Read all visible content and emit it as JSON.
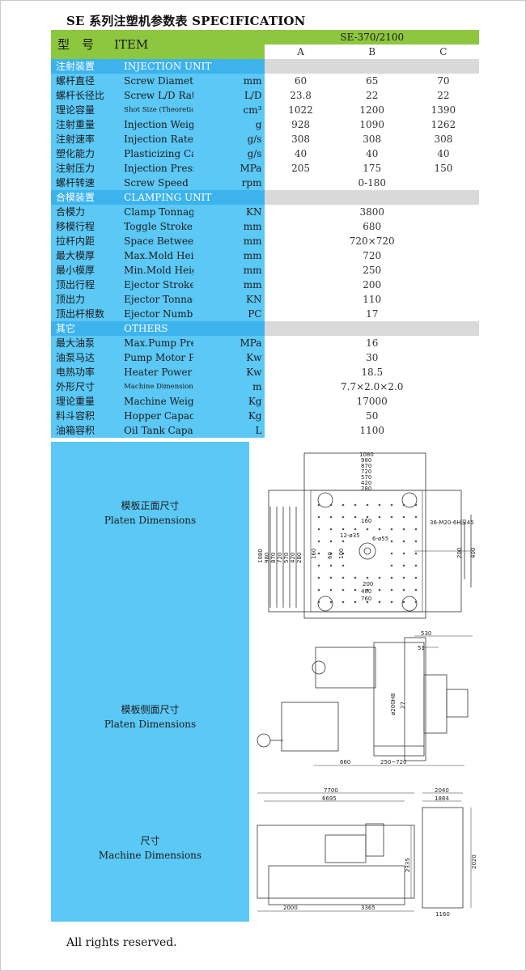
{
  "title": "SE 系列注塑机参数表 SPECIFICATION",
  "header": {
    "item_cn": "型　号",
    "item_en": "ITEM",
    "model": "SE-370/2100",
    "variants": [
      "A",
      "B",
      "C"
    ]
  },
  "sections": {
    "injection": {
      "cn": "注射装置",
      "en": "INJECTION UNIT",
      "rows": [
        {
          "cn": "螺杆直径",
          "en": "Screw Diameter",
          "unit": "mm",
          "a": "60",
          "b": "65",
          "c": "70"
        },
        {
          "cn": "螺杆长径比",
          "en": "Screw L/D Ratio",
          "unit": "L/D",
          "a": "23.8",
          "b": "22",
          "c": "22"
        },
        {
          "cn": "理论容量",
          "en": "Shot Size (Theoretical）",
          "unit": "cm³",
          "a": "1022",
          "b": "1200",
          "c": "1390"
        },
        {
          "cn": "注射重量",
          "en": "Injection Weight (PS)",
          "unit": "g",
          "a": "928",
          "b": "1090",
          "c": "1262"
        },
        {
          "cn": "注射速率",
          "en": "Injection Rate",
          "unit": "g/s",
          "a": "308",
          "b": "308",
          "c": "308"
        },
        {
          "cn": "塑化能力",
          "en": "Plasticizing Capacity",
          "unit": "g/s",
          "a": "40",
          "b": "40",
          "c": "40"
        },
        {
          "cn": "注射压力",
          "en": "Injection Pressure",
          "unit": "MPa",
          "a": "205",
          "b": "175",
          "c": "150"
        },
        {
          "cn": "螺杆转速",
          "en": "Screw Speed",
          "unit": "rpm",
          "all": "0-180"
        }
      ]
    },
    "clamping": {
      "cn": "合模装置",
      "en": "CLAMPING UNIT",
      "rows": [
        {
          "cn": "合模力",
          "en": "Clamp Tonnage",
          "unit": "KN",
          "all": "3800"
        },
        {
          "cn": "移模行程",
          "en": "Toggle Stroke",
          "unit": "mm",
          "all": "680"
        },
        {
          "cn": "拉杆内距",
          "en": "Space Between Tie Bars",
          "unit": "mm",
          "all": "720×720"
        },
        {
          "cn": "最大模厚",
          "en": "Max.Mold Height",
          "unit": "mm",
          "all": "720"
        },
        {
          "cn": "最小模厚",
          "en": "Min.Mold Height",
          "unit": "mm",
          "all": "250"
        },
        {
          "cn": "顶出行程",
          "en": "Ejector Stroke",
          "unit": "mm",
          "all": "200"
        },
        {
          "cn": "顶出力",
          "en": "Ejector Tonnage",
          "unit": "KN",
          "all": "110"
        },
        {
          "cn": "顶出杆根数",
          "en": "Ejector Number",
          "unit": "PC",
          "all": "17"
        }
      ]
    },
    "others": {
      "cn": "其它",
      "en": "OTHERS",
      "rows": [
        {
          "cn": "最大油泵",
          "en": "Max.Pump Pressure",
          "unit": "MPa",
          "all": "16"
        },
        {
          "cn": "油泵马达",
          "en": "Pump Motor Power",
          "unit": "Kw",
          "all": "30"
        },
        {
          "cn": "电热功率",
          "en": "Heater Power",
          "unit": "Kw",
          "all": "18.5"
        },
        {
          "cn": "外形尺寸",
          "en": "Machine Dimension(LxWxH)",
          "unit": "m",
          "all": "7.7×2.0×2.0"
        },
        {
          "cn": "理论重量",
          "en": "Machine Weight",
          "unit": "Kg",
          "all": "17000"
        },
        {
          "cn": "料斗容积",
          "en": "Hopper Capacity",
          "unit": "Kg",
          "all": "50"
        },
        {
          "cn": "油箱容积",
          "en": "Oil Tank Capacity",
          "unit": "L",
          "all": "1100"
        }
      ]
    }
  },
  "drawings": {
    "front": {
      "cn": "模板正面尺寸",
      "en": "Platen Dimensions",
      "dims_top": [
        "1080",
        "980",
        "870",
        "720",
        "570",
        "420",
        "280"
      ],
      "dims_left": [
        "1080",
        "980",
        "870",
        "720",
        "570",
        "420",
        "280"
      ],
      "dims_bottom": [
        "200",
        "480",
        "760"
      ],
      "center_dims": [
        "160",
        "6-ø55",
        "12-ø35"
      ],
      "center_dims_left": [
        "160",
        "60",
        "100"
      ],
      "bolt_note": "36-M20-6H深45",
      "right_dims": [
        "200",
        "400"
      ]
    },
    "side": {
      "cn": "模板侧面尺寸",
      "en": "Platen Dimensions",
      "dims": [
        "530",
        "51",
        "660",
        "250~720"
      ],
      "bore": "ø200H8",
      "bore_depth": "27"
    },
    "machine": {
      "cn": "尺寸",
      "en": "Machine Dimensions",
      "dims": [
        "7700",
        "6695",
        "2335",
        "2000",
        "3365",
        "2040",
        "1884",
        "2020",
        "1160"
      ]
    }
  },
  "footer": "All rights reserved."
}
